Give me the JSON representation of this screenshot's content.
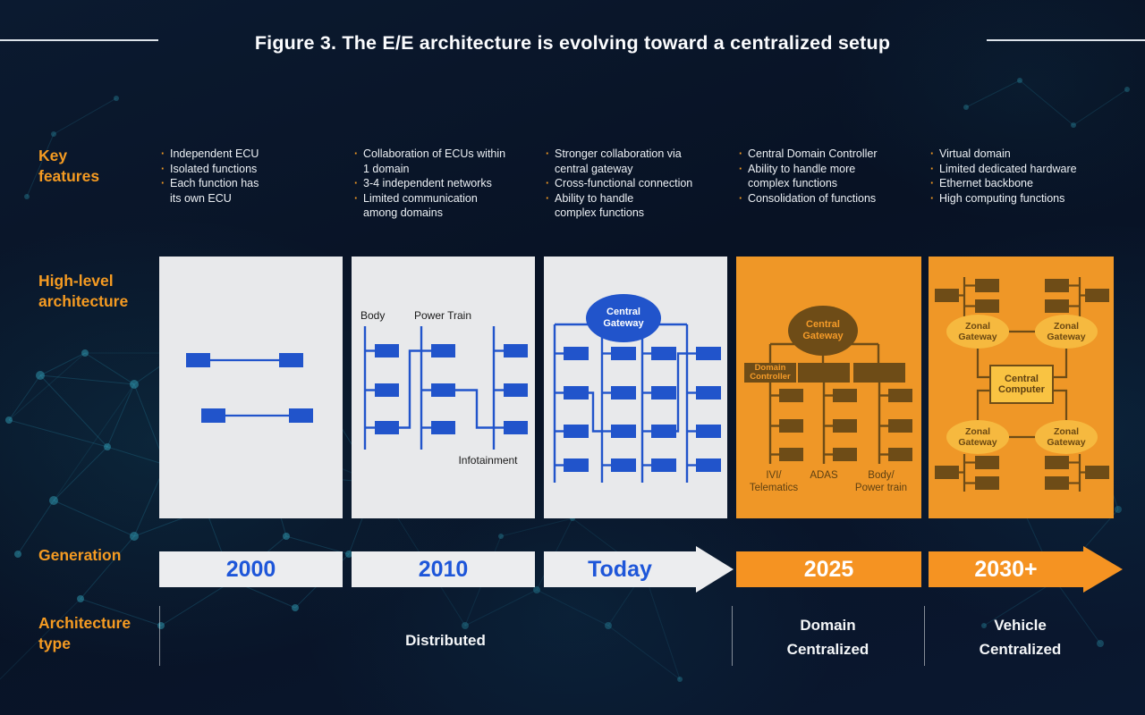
{
  "title": "Figure 3. The E/E architecture is evolving toward a centralized setup",
  "row_labels": {
    "key_features": "Key\nfeatures",
    "high_level_architecture": "High-level\narchitecture",
    "generation": "Generation",
    "architecture_type": "Architecture\ntype"
  },
  "key_features": {
    "bullet": "·",
    "columns": [
      {
        "items": [
          "Independent ECU",
          "Isolated functions",
          "Each function has\nits own ECU"
        ]
      },
      {
        "items": [
          "Collaboration of ECUs within\n1 domain",
          "3-4 independent networks",
          "Limited communication\namong domains"
        ]
      },
      {
        "items": [
          "Stronger collaboration via\ncentral gateway",
          "Cross-functional connection",
          "Ability to handle\ncomplex functions"
        ]
      },
      {
        "items": [
          "Central Domain Controller",
          "Ability to handle more\ncomplex functions",
          "Consolidation of functions"
        ]
      },
      {
        "items": [
          "Virtual domain",
          "Limited dedicated hardware",
          "Ethernet backbone",
          "High computing functions"
        ]
      }
    ]
  },
  "architecture_panels": {
    "distributed_2010": {
      "bus_labels": [
        "Body",
        "Power Train",
        "Infotainment"
      ]
    },
    "today": {
      "central_gateway": "Central\nGateway"
    },
    "domain_2025": {
      "central_gateway": "Central\nGateway",
      "domain_controller": "Domain\nController",
      "domain_labels": [
        "IVI/\nTelematics",
        "ADAS",
        "Body/\nPower train"
      ]
    },
    "vehicle_2030": {
      "zonal_gateway": "Zonal\nGateway",
      "central_computer": "Central\nComputer"
    }
  },
  "generation": {
    "labels": [
      "2000",
      "2010",
      "Today",
      "2025",
      "2030+"
    ]
  },
  "architecture_types": [
    "Distributed",
    "Domain\nCentralized",
    "Vehicle\nCentralized"
  ],
  "chart_data": {
    "type": "table",
    "title": "Figure 3. The E/E architecture is evolving toward a centralized setup",
    "categories": [
      "2000",
      "2010",
      "Today",
      "2025",
      "2030+"
    ],
    "series": [
      {
        "name": "Architecture type",
        "values": [
          "Distributed",
          "Distributed",
          "Distributed",
          "Domain Centralized",
          "Vehicle Centralized"
        ]
      },
      {
        "name": "High-level architecture",
        "values": [
          "Independent ECUs",
          "Three domain buses: Body, Power Train, Infotainment",
          "Central Gateway with four ECU buses",
          "Central Gateway with Domain Controllers: IVI/Telematics, ADAS, Body/Power train",
          "Four Zonal Gateways around a Central Computer"
        ]
      }
    ]
  },
  "colors": {
    "accent_orange": "#f59b22",
    "panel_orange": "#ef9727",
    "generation_orange": "#f59322",
    "shape_blue": "#2154cb",
    "generation_blue": "#1e56d9",
    "dark_brown": "#6e4c17",
    "zonal_fill": "#f6b93f",
    "computer_fill": "#f9c342",
    "light_panel": "#e8e9eb",
    "background_navy": "#0a1628"
  }
}
